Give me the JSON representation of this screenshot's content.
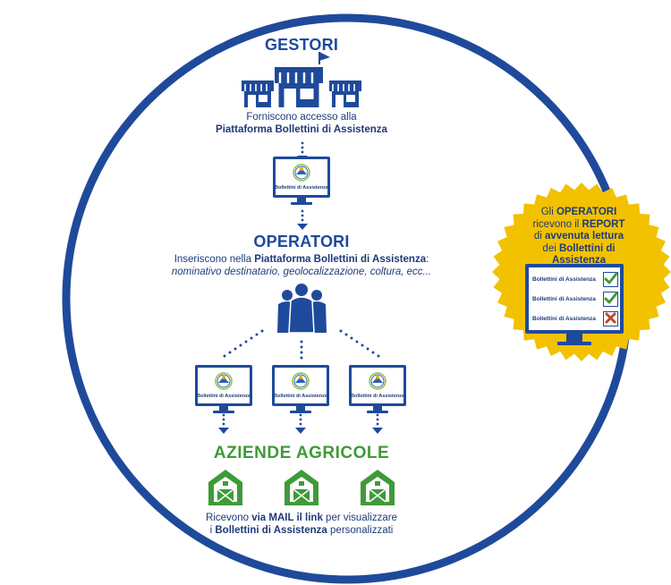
{
  "gestori": {
    "title": "GESTORI",
    "line1": "Forniscono accesso alla",
    "line2": "Piattaforma Bollettini di Assistenza"
  },
  "platform_label": "Bollettini di Assistenza",
  "operatori": {
    "title": "OPERATORI",
    "line1_plain": "Inseriscono nella ",
    "line1_bold": "Piattaforma Bollettini di Assistenza",
    "line1_end": ":",
    "line2": "nominativo destinatario, geolocalizzazione, coltura, ecc..."
  },
  "aziende": {
    "title": "AZIENDE AGRICOLE",
    "line1_a": "Ricevono ",
    "line1_b": "via MAIL il link",
    "line1_c": " per visualizzare",
    "line2_a": "i ",
    "line2_b": "Bollettini di Assistenza",
    "line2_c": " personalizzati"
  },
  "badge": {
    "l1_a": "Gli ",
    "l1_b": "OPERATORI",
    "l2_a": "ricevono il ",
    "l2_b": "REPORT",
    "l3_a": "di ",
    "l3_b": "avvenuta lettura",
    "l4_a": "dei ",
    "l4_b": "Bollettini di Assistenza",
    "rows": [
      {
        "label": "Bollettini di Assistenza",
        "status": "check"
      },
      {
        "label": "Bollettini di Assistenza",
        "status": "check"
      },
      {
        "label": "Bollettini di Assistenza",
        "status": "cross"
      }
    ]
  },
  "colors": {
    "navy": "#1f4a9b",
    "green": "#3f9a38",
    "gold": "#f2c200",
    "cross": "#c5462b"
  }
}
